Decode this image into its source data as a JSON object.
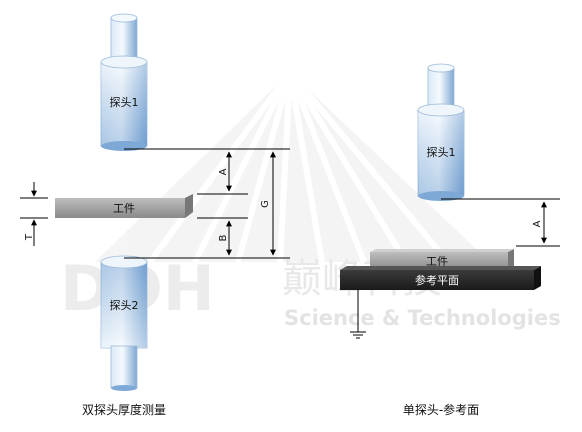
{
  "probe_label_top_left": "探头1",
  "probe_label_bottom_left": "探头2",
  "probe_label_right": "探头1",
  "workpiece_left": "工件",
  "workpiece_right": "工件",
  "reference_plane": "参考平面",
  "dim_a_left": "A",
  "dim_b_left": "B",
  "dim_g": "G",
  "dim_t": "T",
  "dim_a_right": "A",
  "caption_left": "双探头厚度测量",
  "caption_right": "单探头-参考面",
  "watermark": {
    "logo_letters": "DDH",
    "chinese": "巅峰科技",
    "english": "Science & Technologies"
  },
  "colors": {
    "probe_light": "#e6f1fa",
    "probe_dark": "#7ea9d6",
    "workpiece": "#9c9c9c",
    "reference_plane": "#2b2b2b",
    "line": "#000000"
  }
}
